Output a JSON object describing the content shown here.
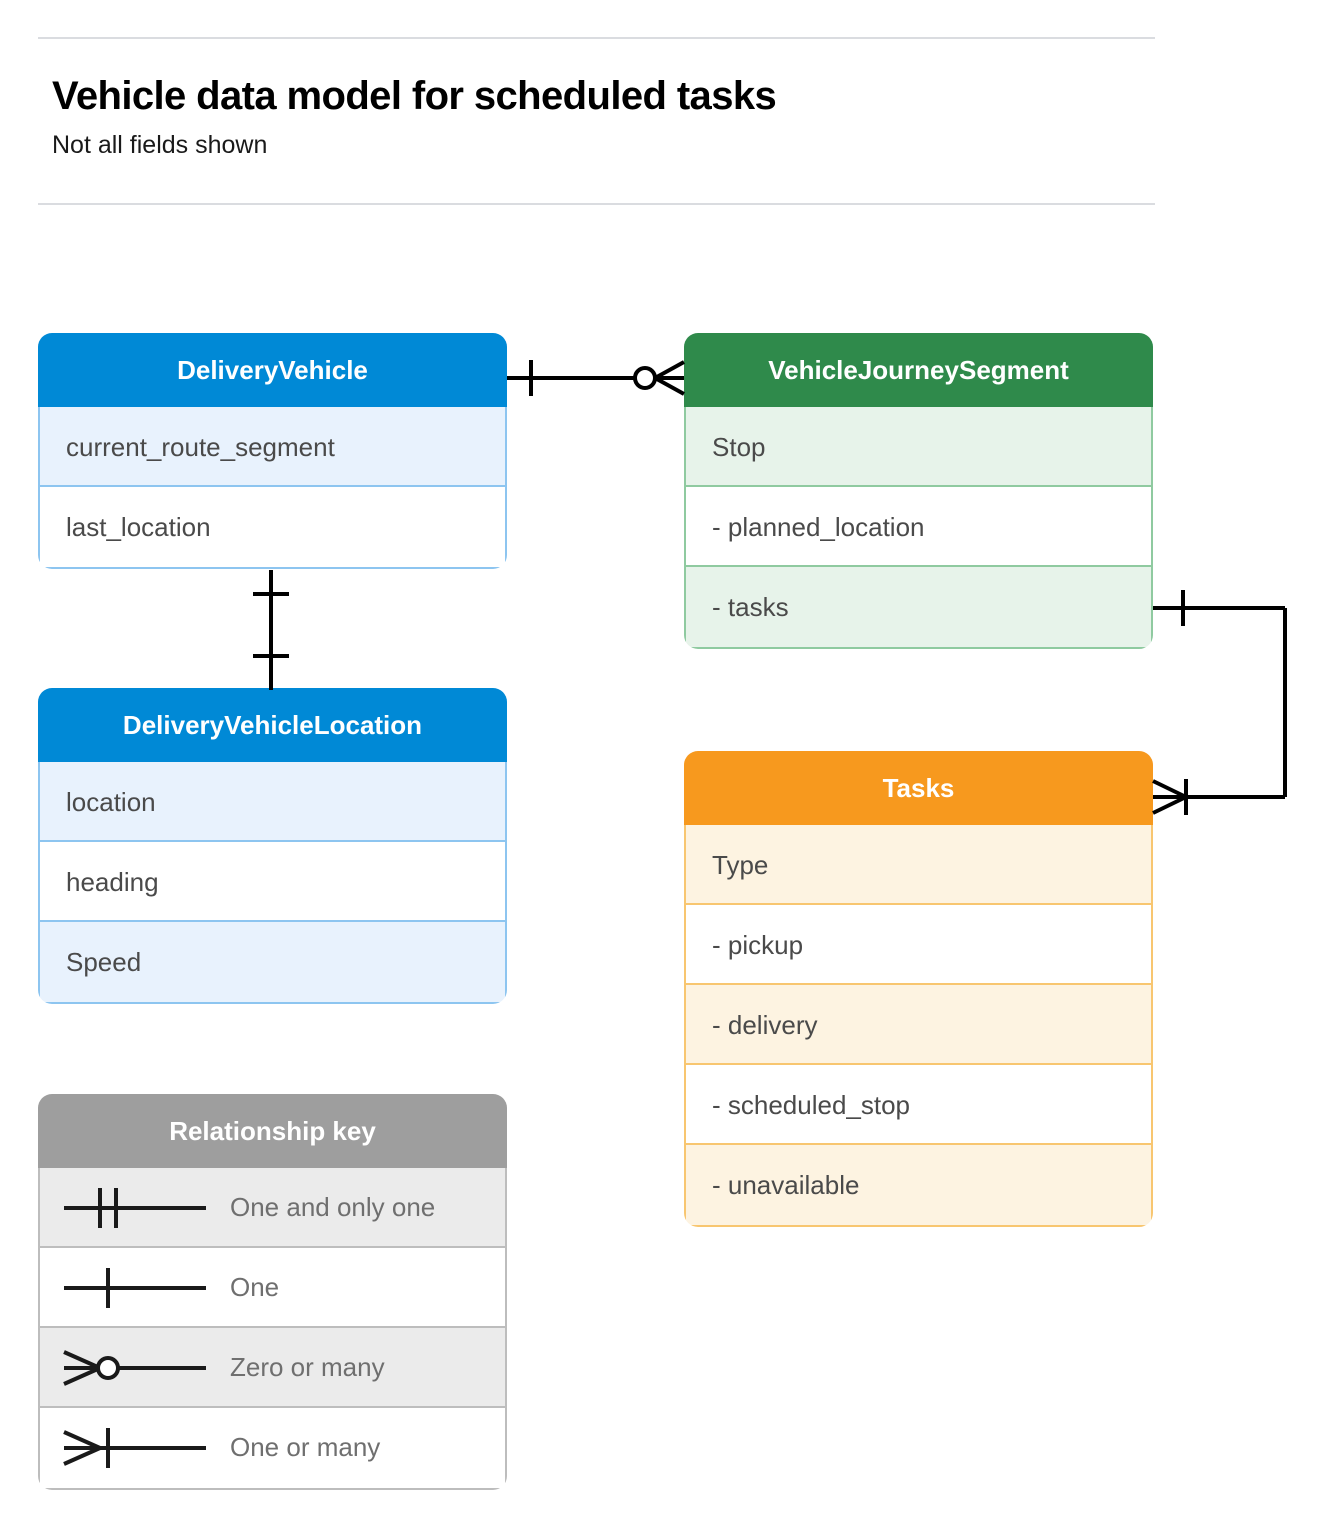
{
  "header": {
    "title": "Vehicle data model for scheduled tasks",
    "subtitle": "Not all fields shown"
  },
  "colors": {
    "blue_header": "#0089d6",
    "blue_row": "#e8f2fd",
    "blue_border": "#8dc5f0",
    "green_header": "#2f8a4b",
    "green_row": "#e7f3ea",
    "green_border": "#8fcaa0",
    "orange_header": "#f7991e",
    "orange_row": "#fdf3e1",
    "orange_border": "#f8c670",
    "gray_header": "#9e9e9e",
    "gray_row": "#ebebeb",
    "gray_border": "#bdbdbd",
    "connector": "#000000",
    "rule": "#dadce0"
  },
  "entities": {
    "delivery_vehicle": {
      "title": "DeliveryVehicle",
      "rows": [
        {
          "label": "current_route_segment"
        },
        {
          "label": "last_location"
        }
      ]
    },
    "journey_segment": {
      "title": "VehicleJourneySegment",
      "rows": [
        {
          "label": "Stop"
        },
        {
          "label": "-  planned_location"
        },
        {
          "label": "- tasks"
        }
      ]
    },
    "vehicle_location": {
      "title": "DeliveryVehicleLocation",
      "rows": [
        {
          "label": "location"
        },
        {
          "label": "heading"
        },
        {
          "label": "Speed"
        }
      ]
    },
    "tasks": {
      "title": "Tasks",
      "rows": [
        {
          "label": "Type"
        },
        {
          "label": "-  pickup"
        },
        {
          "label": "-  delivery"
        },
        {
          "label": "-  scheduled_stop"
        },
        {
          "label": "-  unavailable"
        }
      ]
    }
  },
  "legend": {
    "title": "Relationship key",
    "items": [
      {
        "symbol": "one-and-only-one",
        "label": "One and only one"
      },
      {
        "symbol": "one",
        "label": "One"
      },
      {
        "symbol": "zero-or-many",
        "label": "Zero or many"
      },
      {
        "symbol": "one-or-many",
        "label": "One or many"
      }
    ]
  },
  "relationships": [
    {
      "from": "DeliveryVehicle",
      "to": "VehicleJourneySegment",
      "from_cardinality": "one",
      "to_cardinality": "zero-or-many"
    },
    {
      "from": "DeliveryVehicle",
      "to": "DeliveryVehicleLocation",
      "from_cardinality": "one",
      "to_cardinality": "one"
    },
    {
      "from": "VehicleJourneySegment.tasks",
      "to": "Tasks",
      "from_cardinality": "one",
      "to_cardinality": "one-or-many"
    }
  ]
}
